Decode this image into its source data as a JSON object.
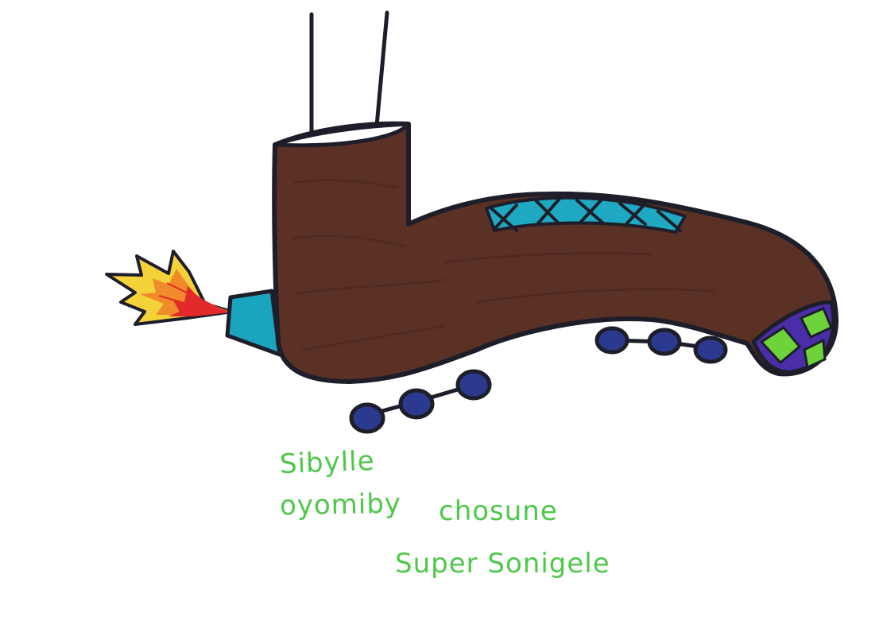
{
  "drawing": {
    "subject": "rocket-powered boot with wheels",
    "medium": "felt-tip marker on white paper",
    "colors": {
      "boot": "#5b3126",
      "outline": "#1e1e2a",
      "laces_fill": "#1fa8c2",
      "exhaust_nozzle": "#1aa4bd",
      "toe_green": "#6ed23a",
      "toe_purple": "#4a2ea8",
      "wheels": "#2b3a8e",
      "flame_yellow": "#f4d23a",
      "flame_orange": "#f08a2a",
      "flame_red": "#e22a2a",
      "caption": "#4fc84a"
    }
  },
  "caption": {
    "line1": "Sibylle",
    "line2": "oyomiby",
    "line3": "chosune",
    "line4": "Super Sonigele"
  }
}
